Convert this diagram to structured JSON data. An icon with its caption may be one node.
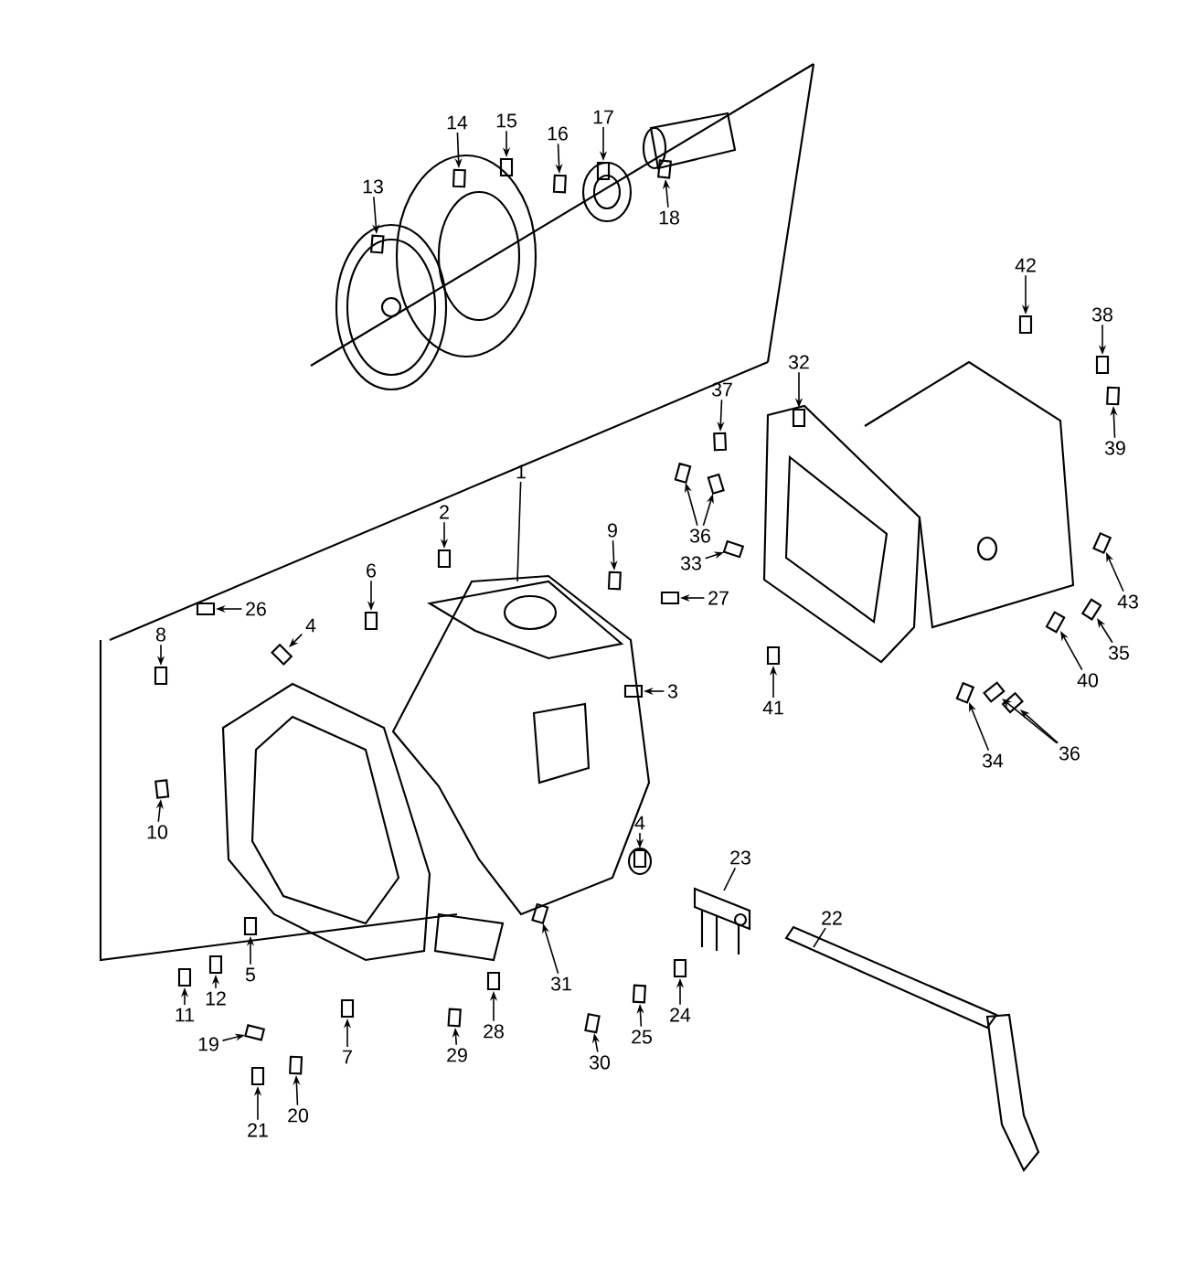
{
  "diagram": {
    "nodes": [
      {
        "text": [
          "1"
        ]
      },
      {
        "text": [
          "2"
        ]
      },
      {
        "text": [
          "3"
        ]
      },
      {
        "text": [
          "4"
        ]
      },
      {
        "text": [
          "4"
        ]
      },
      {
        "text": [
          "5"
        ]
      },
      {
        "text": [
          "6"
        ]
      },
      {
        "text": [
          "7"
        ]
      },
      {
        "text": [
          "8"
        ]
      },
      {
        "text": [
          "9"
        ]
      },
      {
        "text": [
          "10"
        ]
      },
      {
        "text": [
          "11"
        ]
      },
      {
        "text": [
          "12"
        ]
      },
      {
        "text": [
          "13"
        ]
      },
      {
        "text": [
          "14"
        ]
      },
      {
        "text": [
          "15"
        ]
      },
      {
        "text": [
          "16"
        ]
      },
      {
        "text": [
          "17"
        ]
      },
      {
        "text": [
          "18"
        ]
      },
      {
        "text": [
          "19"
        ]
      },
      {
        "text": [
          "20"
        ]
      },
      {
        "text": [
          "21"
        ]
      },
      {
        "text": [
          "22"
        ]
      },
      {
        "text": [
          "23"
        ]
      },
      {
        "text": [
          "24"
        ]
      },
      {
        "text": [
          "25"
        ]
      },
      {
        "text": [
          "26"
        ]
      },
      {
        "text": [
          "27"
        ]
      },
      {
        "text": [
          "28"
        ]
      },
      {
        "text": [
          "29"
        ]
      },
      {
        "text": [
          "30"
        ]
      },
      {
        "text": [
          "31"
        ]
      },
      {
        "text": [
          "32"
        ]
      },
      {
        "text": [
          "33"
        ]
      },
      {
        "text": [
          "34"
        ]
      },
      {
        "text": [
          "35"
        ]
      },
      {
        "text": [
          "36"
        ]
      },
      {
        "text": [
          "36"
        ]
      },
      {
        "text": [
          "37"
        ]
      },
      {
        "text": [
          "38"
        ]
      },
      {
        "text": [
          "39"
        ]
      },
      {
        "text": [
          "40"
        ]
      },
      {
        "text": [
          "41"
        ]
      },
      {
        "text": [
          "42"
        ]
      },
      {
        "text": [
          "43"
        ]
      }
    ],
    "edges": [
      {
        "from": 0,
        "to": null,
        "arrow": "none"
      },
      {
        "from": 1,
        "to": null,
        "arrow": "to"
      },
      {
        "from": 2,
        "to": null,
        "arrow": "to"
      },
      {
        "from": 3,
        "to": null,
        "arrow": "to"
      },
      {
        "from": 4,
        "to": null,
        "arrow": "to"
      },
      {
        "from": 5,
        "to": null,
        "arrow": "to"
      },
      {
        "from": 6,
        "to": null,
        "arrow": "to"
      },
      {
        "from": 7,
        "to": null,
        "arrow": "to"
      },
      {
        "from": 8,
        "to": null,
        "arrow": "to"
      },
      {
        "from": 9,
        "to": null,
        "arrow": "to"
      },
      {
        "from": 10,
        "to": null,
        "arrow": "to"
      },
      {
        "from": 11,
        "to": null,
        "arrow": "to"
      },
      {
        "from": 12,
        "to": null,
        "arrow": "to"
      },
      {
        "from": 13,
        "to": null,
        "arrow": "to"
      },
      {
        "from": 14,
        "to": null,
        "arrow": "to"
      },
      {
        "from": 15,
        "to": null,
        "arrow": "to"
      },
      {
        "from": 16,
        "to": null,
        "arrow": "to"
      },
      {
        "from": 17,
        "to": null,
        "arrow": "to"
      },
      {
        "from": 18,
        "to": null,
        "arrow": "to"
      },
      {
        "from": 19,
        "to": null,
        "arrow": "to"
      },
      {
        "from": 20,
        "to": null,
        "arrow": "to"
      },
      {
        "from": 21,
        "to": null,
        "arrow": "to"
      },
      {
        "from": 22,
        "to": null,
        "arrow": "none"
      },
      {
        "from": 23,
        "to": null,
        "arrow": "none"
      },
      {
        "from": 24,
        "to": null,
        "arrow": "to"
      },
      {
        "from": 25,
        "to": null,
        "arrow": "to"
      },
      {
        "from": 26,
        "to": null,
        "arrow": "to"
      },
      {
        "from": 27,
        "to": null,
        "arrow": "to"
      },
      {
        "from": 28,
        "to": null,
        "arrow": "to"
      },
      {
        "from": 29,
        "to": null,
        "arrow": "to"
      },
      {
        "from": 30,
        "to": null,
        "arrow": "to"
      },
      {
        "from": 31,
        "to": null,
        "arrow": "to"
      },
      {
        "from": 32,
        "to": null,
        "arrow": "to"
      },
      {
        "from": 33,
        "to": null,
        "arrow": "to"
      },
      {
        "from": 34,
        "to": null,
        "arrow": "to"
      },
      {
        "from": 35,
        "to": null,
        "arrow": "to"
      },
      {
        "from": 36,
        "to": null,
        "arrow": "to"
      },
      {
        "from": 36,
        "to": null,
        "arrow": "to"
      },
      {
        "from": 37,
        "to": null,
        "arrow": "to"
      },
      {
        "from": 37,
        "to": null,
        "arrow": "to"
      },
      {
        "from": 38,
        "to": null,
        "arrow": "to"
      },
      {
        "from": 39,
        "to": null,
        "arrow": "to"
      },
      {
        "from": 40,
        "to": null,
        "arrow": "to"
      },
      {
        "from": 41,
        "to": null,
        "arrow": "to"
      },
      {
        "from": 42,
        "to": null,
        "arrow": "to"
      },
      {
        "from": 43,
        "to": null,
        "arrow": "to"
      },
      {
        "from": 44,
        "to": null,
        "arrow": "to"
      }
    ]
  }
}
